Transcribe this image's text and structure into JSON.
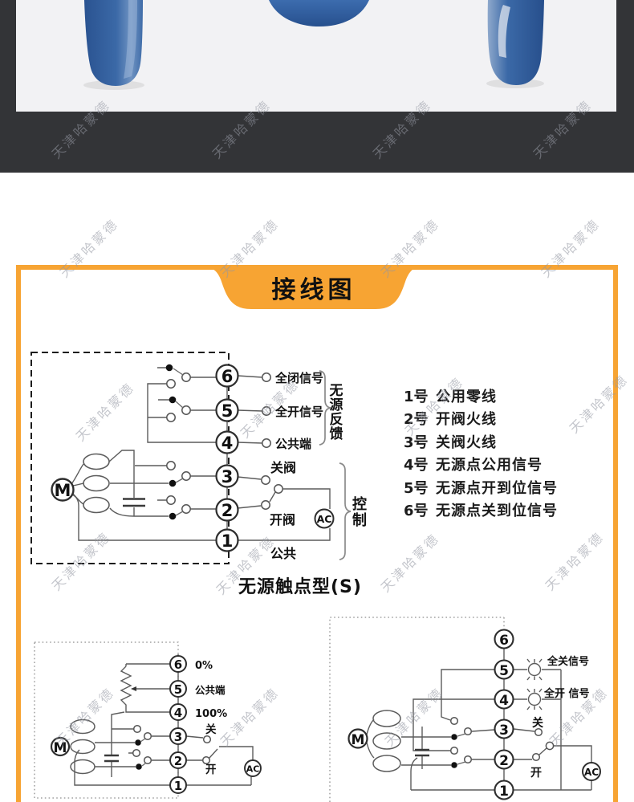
{
  "watermark": {
    "text": "天津哈蒙德"
  },
  "ribbon": {
    "title": "接线图"
  },
  "legend": {
    "items": [
      {
        "num": "1号",
        "label": "公用零线"
      },
      {
        "num": "2号",
        "label": "开阀火线"
      },
      {
        "num": "3号",
        "label": "关阀火线"
      },
      {
        "num": "4号",
        "label": "无源点公用信号"
      },
      {
        "num": "5号",
        "label": "无源点开到位信号"
      },
      {
        "num": "6号",
        "label": "无源点关到位信号"
      }
    ]
  },
  "main_diagram": {
    "terminals": [
      "6",
      "5",
      "4",
      "3",
      "2",
      "1"
    ],
    "motor": "M",
    "ac": "AC",
    "full_close_signal": "全闭信号",
    "full_open_signal": "全开信号",
    "common_terminal": "公共端",
    "close_valve": "关阀",
    "open_valve": "开阀",
    "common": "公共",
    "feedback_chars": [
      "无",
      "源",
      "反",
      "馈"
    ],
    "control_chars": [
      "控",
      "制"
    ],
    "caption": "无源触点型(S)"
  },
  "bottom_left_diagram": {
    "terminals": [
      "6",
      "5",
      "4",
      "3",
      "2",
      "1"
    ],
    "motor": "M",
    "ac": "AC",
    "p0": "0%",
    "common_terminal": "公共端",
    "p100": "100%",
    "close": "关",
    "open": "开"
  },
  "bottom_right_diagram": {
    "terminals": [
      "6",
      "5",
      "4",
      "3",
      "2",
      "1"
    ],
    "motor": "M",
    "ac": "AC",
    "full_close_signal": "全关信号",
    "full_open_signal": "全开 信号",
    "close": "关",
    "open": "开"
  }
}
